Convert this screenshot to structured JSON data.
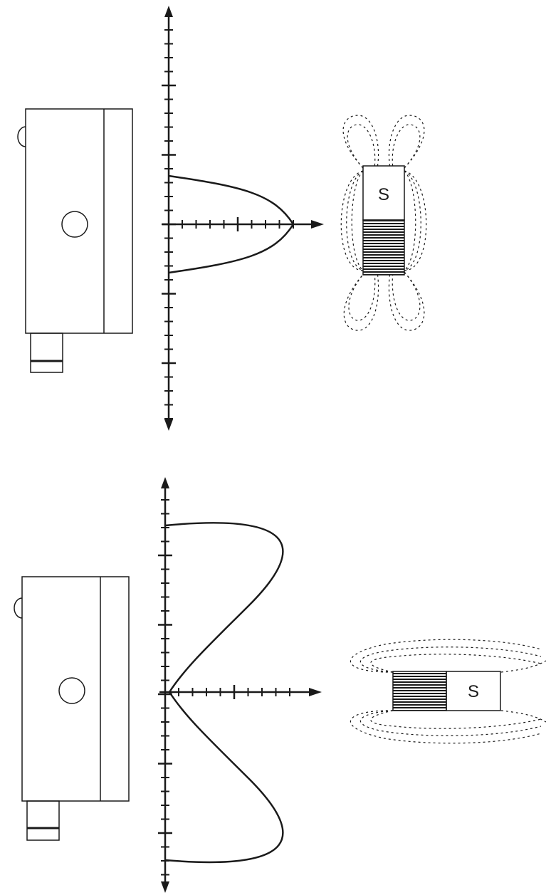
{
  "diagram": {
    "colors": {
      "ink": "#1a1a1a",
      "paper": "#ffffff",
      "magnet_dark": "#3a3a3a"
    },
    "top_panel": {
      "magnet_label": "S",
      "magnet_orientation": "vertical"
    },
    "bottom_panel": {
      "magnet_label": "S",
      "magnet_orientation": "horizontal"
    }
  }
}
